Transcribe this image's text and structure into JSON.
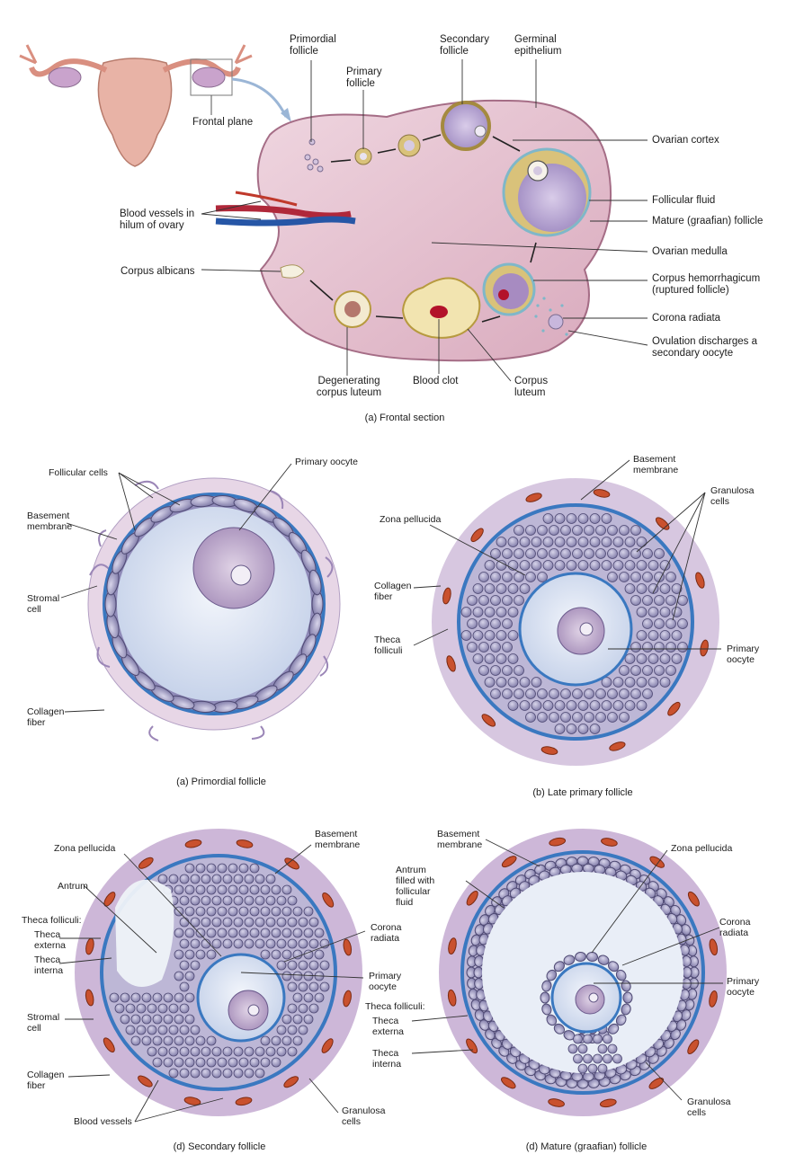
{
  "colors": {
    "ovary_fill": "#e7c6d6",
    "ovary_stroke": "#b88aa0",
    "follicle_fill": "#c9b7de",
    "granulosa": "#d9c27a",
    "basement": "#3a78c0",
    "oocyte": "#dfe6f4",
    "nucleus": "#cbb6d6",
    "theca": "#9a7aa8",
    "vessel_red": "#c0392b",
    "vessel_blue": "#2656a6",
    "cell_fill": "#a9a3c6",
    "cell_stroke": "#5c577f",
    "antrum": "#e9eef7",
    "clot": "#b3122a",
    "luteum": "#f2e4b0"
  },
  "panel_a": {
    "caption": "(a) Frontal section",
    "frontal_plane": "Frontal plane",
    "labels": {
      "primordial_follicle": "Primordial\nfollicle",
      "primary_follicle": "Primary\nfollicle",
      "secondary_follicle": "Secondary\nfollicle",
      "germinal_epithelium": "Germinal\nepithelium",
      "ovarian_cortex": "Ovarian cortex",
      "follicular_fluid": "Follicular fluid",
      "mature_follicle": "Mature (graafian) follicle",
      "ovarian_medulla": "Ovarian medulla",
      "corpus_hemorrhagicum": "Corpus hemorrhagicum\n(ruptured follicle)",
      "corona_radiata": "Corona radiata",
      "ovulation": "Ovulation discharges a\nsecondary oocyte",
      "corpus_luteum": "Corpus\nluteum",
      "blood_clot": "Blood clot",
      "degenerating": "Degenerating\ncorpus luteum",
      "corpus_albicans": "Corpus albicans",
      "blood_vessels": "Blood vessels in\nhilum of ovary"
    }
  },
  "panel_primordial": {
    "caption": "(a) Primordial follicle",
    "labels": {
      "follicular_cells": "Follicular cells",
      "primary_oocyte": "Primary oocyte",
      "basement_membrane": "Basement\nmembrane",
      "stromal_cell": "Stromal\ncell",
      "collagen_fiber": "Collagen\nfiber"
    }
  },
  "panel_late_primary": {
    "caption": "(b) Late primary follicle",
    "labels": {
      "basement_membrane": "Basement\nmembrane",
      "granulosa_cells": "Granulosa\ncells",
      "zona_pellucida": "Zona pellucida",
      "collagen_fiber": "Collagen\nfiber",
      "theca_folliculi": "Theca\nfolliculi",
      "primary_oocyte": "Primary\noocyte"
    }
  },
  "panel_secondary": {
    "caption": "(d) Secondary follicle",
    "labels": {
      "zona_pellucida": "Zona pellucida",
      "basement_membrane": "Basement\nmembrane",
      "antrum": "Antrum",
      "theca_folliculi": "Theca folliculi:",
      "theca_externa": "Theca\nexterna",
      "theca_interna": "Theca\ninterna",
      "corona_radiata": "Corona\nradiata",
      "primary_oocyte": "Primary\noocyte",
      "stromal_cell": "Stromal\ncell",
      "collagen_fiber": "Collagen\nfiber",
      "blood_vessels": "Blood vessels",
      "granulosa_cells": "Granulosa\ncells"
    }
  },
  "panel_mature": {
    "caption": "(d) Mature (graafian) follicle",
    "labels": {
      "basement_membrane": "Basement\nmembrane",
      "zona_pellucida": "Zona pellucida",
      "antrum": "Antrum\nfilled with\nfollicular\nfluid",
      "corona_radiata": "Corona\nradiata",
      "primary_oocyte": "Primary\noocyte",
      "theca_folliculi": "Theca folliculi:",
      "theca_externa": "Theca\nexterna",
      "theca_interna": "Theca\ninterna",
      "granulosa_cells": "Granulosa\ncells"
    }
  }
}
